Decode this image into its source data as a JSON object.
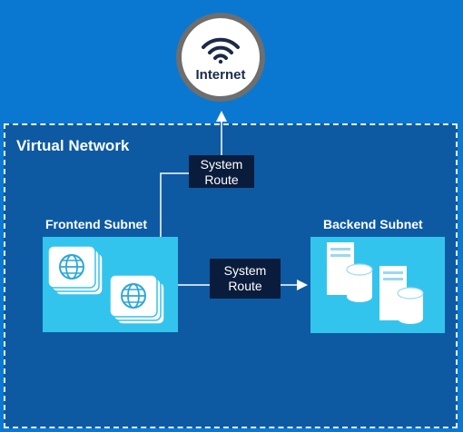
{
  "internet": {
    "label": "Internet",
    "icon": "wifi-icon"
  },
  "vnet": {
    "title": "Virtual Network"
  },
  "routes": [
    {
      "line1": "System",
      "line2": "Route"
    },
    {
      "line1": "System",
      "line2": "Route"
    }
  ],
  "frontend": {
    "label": "Frontend Subnet",
    "icon": "globe-stack-icon"
  },
  "backend": {
    "label": "Backend Subnet",
    "icon": "server-database-icon"
  },
  "colors": {
    "background": "#0a78d1",
    "vnet": "#0d5aa3",
    "subnet": "#33c4ee",
    "route_box": "#0a1c3c"
  }
}
